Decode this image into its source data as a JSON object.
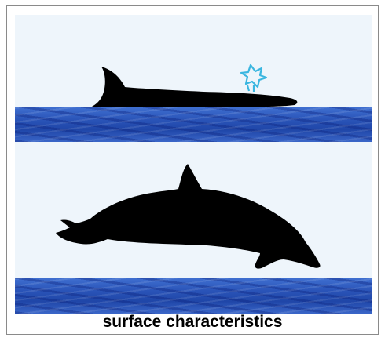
{
  "caption": "surface characteristics",
  "colors": {
    "sky": "#eef5fb",
    "water": "#2a54b8",
    "silhouette": "#000000",
    "splash": "#3ab6e0"
  },
  "icons": {
    "top": "dolphin-surfacing-silhouette",
    "splash": "blow-splash-icon",
    "bottom": "dolphin-leaping-silhouette"
  }
}
